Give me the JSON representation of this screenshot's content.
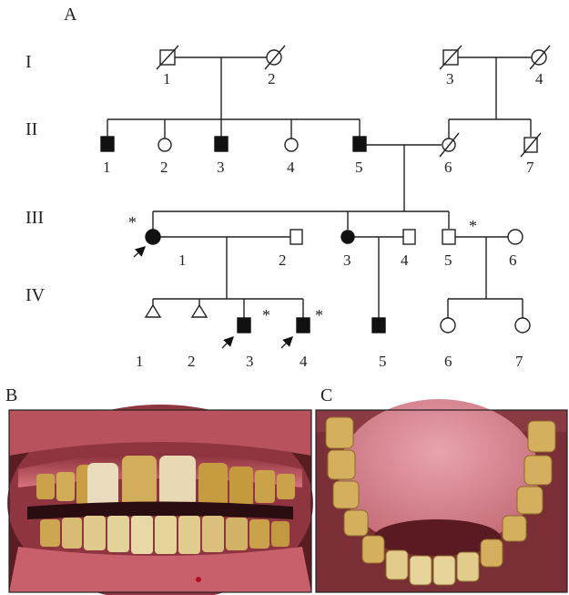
{
  "panels": {
    "a": "A",
    "b": "B",
    "c": "C"
  },
  "generations": {
    "g1": "I",
    "g2": "II",
    "g3": "III",
    "g4": "IV"
  },
  "numbers": {
    "i1": "1",
    "i2": "2",
    "i3": "3",
    "i4": "4",
    "ii1": "1",
    "ii2": "2",
    "ii3": "3",
    "ii4": "4",
    "ii5": "5",
    "ii6": "6",
    "ii7": "7",
    "iii1": "1",
    "iii2": "2",
    "iii3": "3",
    "iii4": "4",
    "iii5": "5",
    "iii6": "6",
    "iv1": "1",
    "iv2": "2",
    "iv3": "3",
    "iv4": "4",
    "iv5": "5",
    "iv6": "6",
    "iv7": "7"
  },
  "asterisk": "*",
  "colors": {
    "affected": "#111111",
    "gum": "#c9606a",
    "tooth_stain": "#c9a24a",
    "enamel": "#efe6c8"
  },
  "icons": {
    "affected_male": "filled-square",
    "affected_female": "filled-circle",
    "unaffected_male": "open-square",
    "unaffected_female": "open-circle",
    "deceased": "diagonal-slash",
    "unknown_sex": "open-triangle",
    "proband": "arrow"
  }
}
